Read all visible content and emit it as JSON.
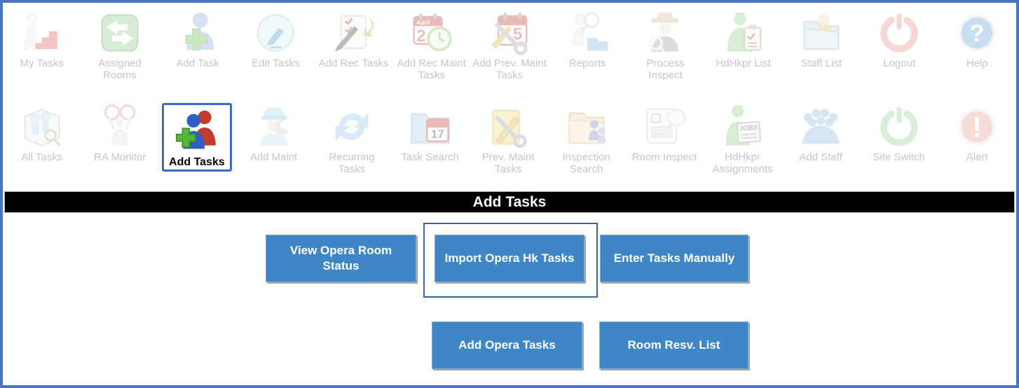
{
  "page": {
    "title": "Add Tasks"
  },
  "colors": {
    "frame_border": "#4a74c4",
    "button_blue": "#3e86c6",
    "highlight_outline": "#3563af",
    "selected_icon_outline": "#3b6cc7",
    "title_bar_bg": "#000000",
    "faded_label_gray": "#c6c6c6"
  },
  "toolbar": {
    "row1": [
      {
        "label": "My Tasks",
        "icon": "my-tasks-icon"
      },
      {
        "label": "Assigned Rooms",
        "icon": "assigned-rooms-icon"
      },
      {
        "label": "Add Task",
        "icon": "add-task-icon"
      },
      {
        "label": "Edit Tasks",
        "icon": "edit-tasks-icon"
      },
      {
        "label": "Add Rec Tasks",
        "icon": "add-rec-tasks-icon"
      },
      {
        "label": "Add Rec Maint Tasks",
        "icon": "add-rec-maint-tasks-icon"
      },
      {
        "label": "Add Prev. Maint Tasks",
        "icon": "add-prev-maint-tasks-icon"
      },
      {
        "label": "Reports",
        "icon": "reports-icon"
      },
      {
        "label": "Process Inspect",
        "icon": "process-inspect-icon"
      },
      {
        "label": "HdHkpr List",
        "icon": "hdhkpr-list-icon"
      },
      {
        "label": "Staff List",
        "icon": "staff-list-icon"
      },
      {
        "label": "Logout",
        "icon": "logout-icon"
      },
      {
        "label": "Help",
        "icon": "help-icon"
      }
    ],
    "row2": [
      {
        "label": "All Tasks",
        "icon": "all-tasks-icon"
      },
      {
        "label": "RA Monitor",
        "icon": "ra-monitor-icon"
      },
      {
        "label": "Add Tasks",
        "icon": "add-tasks-icon",
        "active": true
      },
      {
        "label": "Add Maint",
        "icon": "add-maint-icon"
      },
      {
        "label": "Recurring Tasks",
        "icon": "recurring-tasks-icon"
      },
      {
        "label": "Task Search",
        "icon": "task-search-icon"
      },
      {
        "label": "Prev. Maint Tasks",
        "icon": "prev-maint-tasks-icon"
      },
      {
        "label": "Inspection Search",
        "icon": "inspection-search-icon"
      },
      {
        "label": "Room Inspect",
        "icon": "room-inspect-icon"
      },
      {
        "label": "HdHkpr Assignments",
        "icon": "hdhkpr-assignments-icon"
      },
      {
        "label": "Add Staff",
        "icon": "add-staff-icon"
      },
      {
        "label": "Site Switch",
        "icon": "site-switch-icon"
      },
      {
        "label": "Alert",
        "icon": "alert-icon"
      }
    ]
  },
  "content": {
    "buttons": [
      {
        "label": "View Opera Room Status"
      },
      {
        "label": "Import Opera Hk Tasks",
        "highlighted": true
      },
      {
        "label": "Enter Tasks Manually"
      },
      {
        "label": "Add Opera Tasks"
      },
      {
        "label": "Room Resv. List"
      }
    ]
  },
  "icon_text": {
    "rec_maint_month": "April",
    "rec_maint_day": "2",
    "prev_maint_day": "5",
    "task_search_day": "17",
    "assignments_paper": "JOBS",
    "help_glyph": "?",
    "alert_glyph": "!"
  }
}
